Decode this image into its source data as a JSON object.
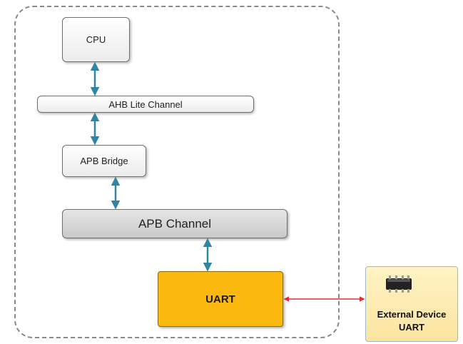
{
  "diagram": {
    "blocks": {
      "cpu": "CPU",
      "ahb": "AHB Lite Channel",
      "apb_bridge": "APB Bridge",
      "apb_channel": "APB Channel",
      "uart": "UART",
      "external_line1": "External Device",
      "external_line2": "UART"
    },
    "colors": {
      "connector_teal": "#2f86a3",
      "connector_red": "#e03030",
      "uart_fill": "#fbb80f",
      "external_fill": "#fbe4a0",
      "apb_fill": "#d4d4d4"
    },
    "icons": [
      "ic-chip-icon"
    ]
  }
}
